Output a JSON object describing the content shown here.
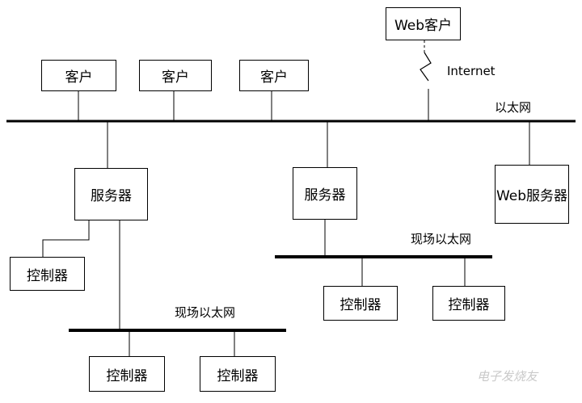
{
  "nodes": {
    "web_client": "Web客户",
    "client_1": "客户",
    "client_2": "客户",
    "client_3": "客户",
    "server_left": "服务器",
    "server_mid": "服务器",
    "web_server": "Web服务器",
    "controller_left": "控制器",
    "controller_bottom_1": "控制器",
    "controller_bottom_2": "控制器",
    "controller_right_1": "控制器",
    "controller_right_2": "控制器"
  },
  "labels": {
    "internet": "Internet",
    "ethernet": "以太网",
    "field_ethernet_right": "现场以太网",
    "field_ethernet_bottom": "现场以太网"
  },
  "watermark": "电子发烧友",
  "colors": {
    "line": "#000000",
    "background": "#ffffff",
    "watermark": "#c9c9c9"
  }
}
